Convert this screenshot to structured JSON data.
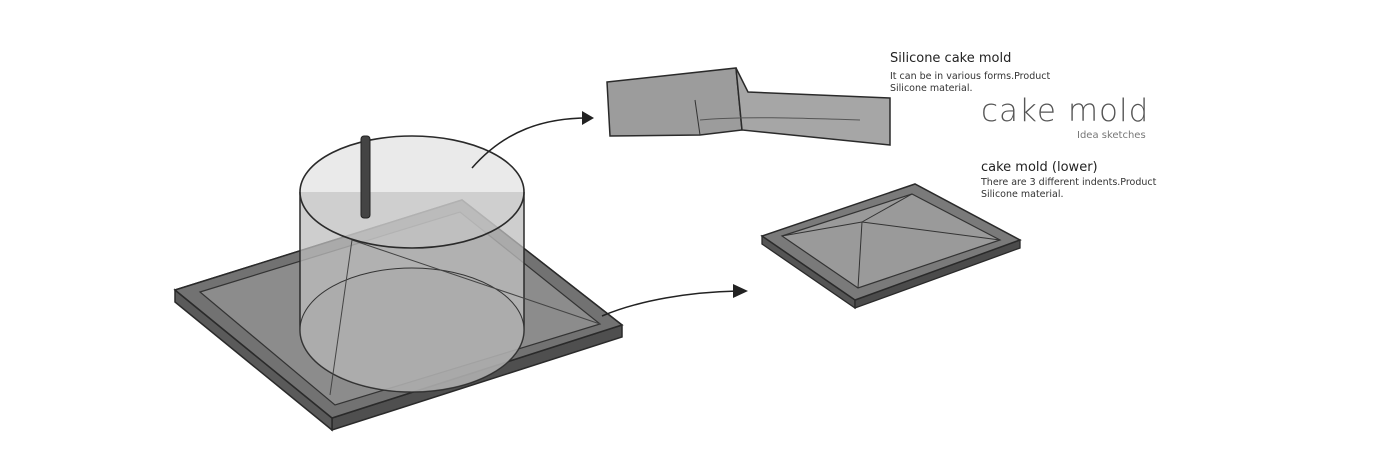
{
  "title": {
    "main": "cake mold",
    "subtitle": "Idea sketches"
  },
  "notes": [
    {
      "heading": "Silicone cake mold",
      "line1": "It can be in various forms.Product",
      "line2": "Silicone material."
    },
    {
      "heading": "cake mold (lower)",
      "line1": "There are 3 different indents.Product",
      "line2": "Silicone material."
    }
  ],
  "colors": {
    "stroke": "#2a2a2a",
    "plate": "#6f6f6f",
    "plate_inner": "#8a8a8a",
    "cylinder": "#b8b8b8",
    "strip": "#9a9a9a"
  }
}
